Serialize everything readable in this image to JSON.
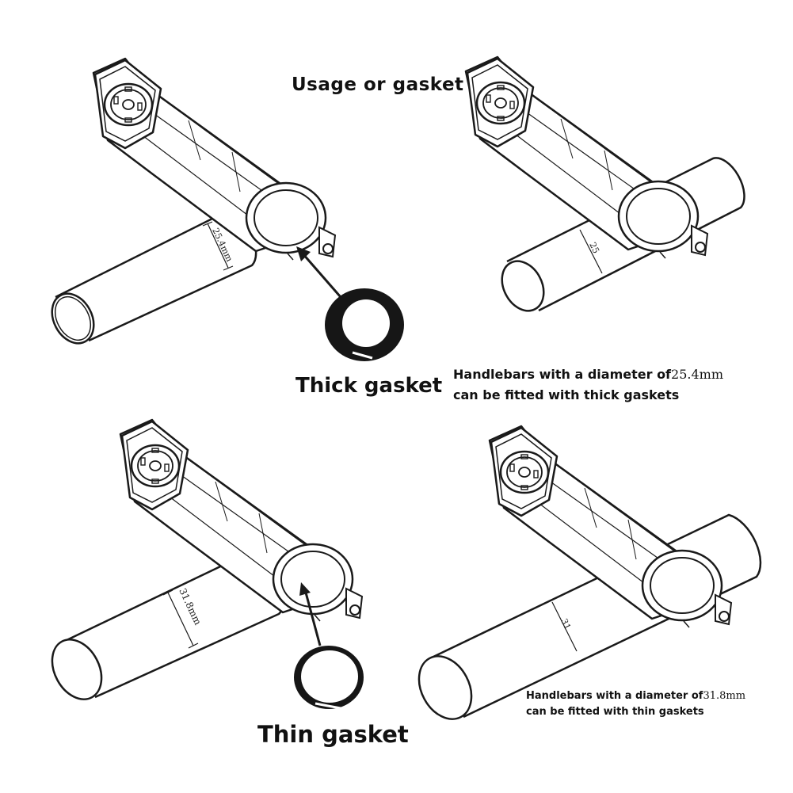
{
  "title": "Usage or gasket",
  "panels": {
    "thick": {
      "bar_dimension": "25.4mm",
      "mounted_dimension": "25",
      "gasket_label": "Thick gasket",
      "note": {
        "line1_text": "Handlebars with a diameter of",
        "line1_value": "25.4mm",
        "line2": "can be fitted with thick gaskets"
      }
    },
    "thin": {
      "bar_dimension": "31.8mm",
      "mounted_dimension": "31",
      "gasket_label": "Thin gasket",
      "note": {
        "line1_text": "Handlebars with a diameter of",
        "line1_value": "31.8mm",
        "line2": "can be fitted with thin gaskets"
      }
    }
  },
  "colors": {
    "line": "#1a1a1a",
    "gasket_fill": "#161616",
    "background": "#ffffff"
  }
}
